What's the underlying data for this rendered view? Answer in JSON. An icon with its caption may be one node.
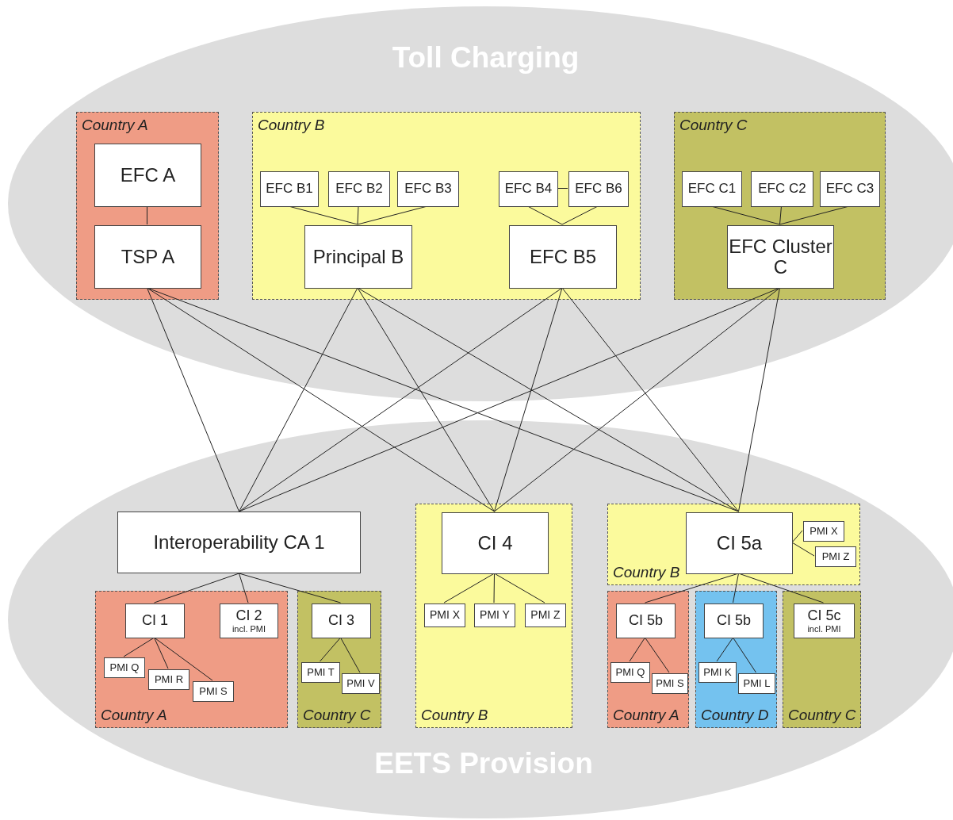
{
  "diagram": {
    "nodes": [
      {
        "text": [
          "Toll Charging"
        ]
      },
      {
        "text": [
          "Country A"
        ],
        "in": 0
      },
      {
        "text": [
          "EFC A"
        ],
        "in": 1
      },
      {
        "text": [
          "TSP A"
        ],
        "in": 1
      },
      {
        "text": [
          "Country B"
        ],
        "in": 0
      },
      {
        "text": [
          "EFC B1"
        ],
        "in": 4
      },
      {
        "text": [
          "EFC B2"
        ],
        "in": 4
      },
      {
        "text": [
          "EFC B3"
        ],
        "in": 4
      },
      {
        "text": [
          "EFC B4"
        ],
        "in": 4
      },
      {
        "text": [
          "EFC B6"
        ],
        "in": 4
      },
      {
        "text": [
          "Principal B"
        ],
        "in": 4
      },
      {
        "text": [
          "EFC B5"
        ],
        "in": 4
      },
      {
        "text": [
          "Country C"
        ],
        "in": 0
      },
      {
        "text": [
          "EFC C1"
        ],
        "in": 12
      },
      {
        "text": [
          "EFC C2"
        ],
        "in": 12
      },
      {
        "text": [
          "EFC C3"
        ],
        "in": 12
      },
      {
        "text": [
          "EFC Cluster C"
        ],
        "in": 12
      },
      {
        "text": [
          "EETS Provision"
        ]
      },
      {
        "text": [
          "Interoperability CA 1"
        ],
        "in": 17
      },
      {
        "text": [
          "Country A"
        ],
        "in": 17
      },
      {
        "text": [
          "CI 1"
        ],
        "in": 19
      },
      {
        "text": [
          "CI 2",
          "incl. PMI"
        ],
        "in": 19
      },
      {
        "text": [
          "PMI Q"
        ],
        "in": 19
      },
      {
        "text": [
          "PMI R"
        ],
        "in": 19
      },
      {
        "text": [
          "PMI S"
        ],
        "in": 19
      },
      {
        "text": [
          "Country C"
        ],
        "in": 17
      },
      {
        "text": [
          "CI 3"
        ],
        "in": 25
      },
      {
        "text": [
          "PMI T"
        ],
        "in": 25
      },
      {
        "text": [
          "PMI V"
        ],
        "in": 25
      },
      {
        "text": [
          "Country B"
        ],
        "in": 17
      },
      {
        "text": [
          "CI 4"
        ],
        "in": 29
      },
      {
        "text": [
          "PMI X"
        ],
        "in": 29
      },
      {
        "text": [
          "PMI Y"
        ],
        "in": 29
      },
      {
        "text": [
          "PMI Z"
        ],
        "in": 29
      },
      {
        "text": [
          "Country B"
        ],
        "in": 17
      },
      {
        "text": [
          "CI 5a"
        ],
        "in": 34
      },
      {
        "text": [
          "PMI X"
        ],
        "in": 34
      },
      {
        "text": [
          "PMI Z"
        ],
        "in": 34
      },
      {
        "text": [
          "Country A"
        ],
        "in": 17
      },
      {
        "text": [
          "CI 5b"
        ],
        "in": 38
      },
      {
        "text": [
          "PMI Q"
        ],
        "in": 38
      },
      {
        "text": [
          "PMI S"
        ],
        "in": 38
      },
      {
        "text": [
          "Country D"
        ],
        "in": 17
      },
      {
        "text": [
          "CI 5b"
        ],
        "in": 42
      },
      {
        "text": [
          "PMI K"
        ],
        "in": 42
      },
      {
        "text": [
          "PMI L"
        ],
        "in": 42
      },
      {
        "text": [
          "Country C"
        ],
        "in": 17
      },
      {
        "text": [
          "CI 5c",
          "incl. PMI"
        ],
        "in": 46
      }
    ],
    "edges": [
      {
        "from": 2,
        "to": 3,
        "arrow": "none"
      },
      {
        "from": 5,
        "to": 10,
        "arrow": "none"
      },
      {
        "from": 6,
        "to": 10,
        "arrow": "none"
      },
      {
        "from": 7,
        "to": 10,
        "arrow": "none"
      },
      {
        "from": 8,
        "to": 9,
        "arrow": "none"
      },
      {
        "from": 8,
        "to": 11,
        "arrow": "none"
      },
      {
        "from": 9,
        "to": 11,
        "arrow": "none"
      },
      {
        "from": 13,
        "to": 16,
        "arrow": "none"
      },
      {
        "from": 14,
        "to": 16,
        "arrow": "none"
      },
      {
        "from": 15,
        "to": 16,
        "arrow": "none"
      },
      {
        "from": 3,
        "to": 18,
        "arrow": "none"
      },
      {
        "from": 3,
        "to": 30,
        "arrow": "none"
      },
      {
        "from": 3,
        "to": 35,
        "arrow": "none"
      },
      {
        "from": 10,
        "to": 18,
        "arrow": "none"
      },
      {
        "from": 10,
        "to": 30,
        "arrow": "none"
      },
      {
        "from": 10,
        "to": 35,
        "arrow": "none"
      },
      {
        "from": 11,
        "to": 18,
        "arrow": "none"
      },
      {
        "from": 11,
        "to": 30,
        "arrow": "none"
      },
      {
        "from": 11,
        "to": 35,
        "arrow": "none"
      },
      {
        "from": 16,
        "to": 18,
        "arrow": "none"
      },
      {
        "from": 16,
        "to": 30,
        "arrow": "none"
      },
      {
        "from": 16,
        "to": 35,
        "arrow": "none"
      },
      {
        "from": 18,
        "to": 20,
        "arrow": "none"
      },
      {
        "from": 18,
        "to": 21,
        "arrow": "none"
      },
      {
        "from": 18,
        "to": 26,
        "arrow": "none"
      },
      {
        "from": 20,
        "to": 22,
        "arrow": "none"
      },
      {
        "from": 20,
        "to": 23,
        "arrow": "none"
      },
      {
        "from": 20,
        "to": 24,
        "arrow": "none"
      },
      {
        "from": 26,
        "to": 27,
        "arrow": "none"
      },
      {
        "from": 26,
        "to": 28,
        "arrow": "none"
      },
      {
        "from": 30,
        "to": 31,
        "arrow": "none"
      },
      {
        "from": 30,
        "to": 32,
        "arrow": "none"
      },
      {
        "from": 30,
        "to": 33,
        "arrow": "none"
      },
      {
        "from": 35,
        "to": 36,
        "arrow": "none"
      },
      {
        "from": 35,
        "to": 37,
        "arrow": "none"
      },
      {
        "from": 35,
        "to": 39,
        "arrow": "none"
      },
      {
        "from": 35,
        "to": 43,
        "arrow": "none"
      },
      {
        "from": 35,
        "to": 47,
        "arrow": "none"
      },
      {
        "from": 39,
        "to": 40,
        "arrow": "none"
      },
      {
        "from": 39,
        "to": 41,
        "arrow": "none"
      },
      {
        "from": 43,
        "to": 44,
        "arrow": "none"
      },
      {
        "from": 43,
        "to": 45,
        "arrow": "none"
      }
    ]
  }
}
